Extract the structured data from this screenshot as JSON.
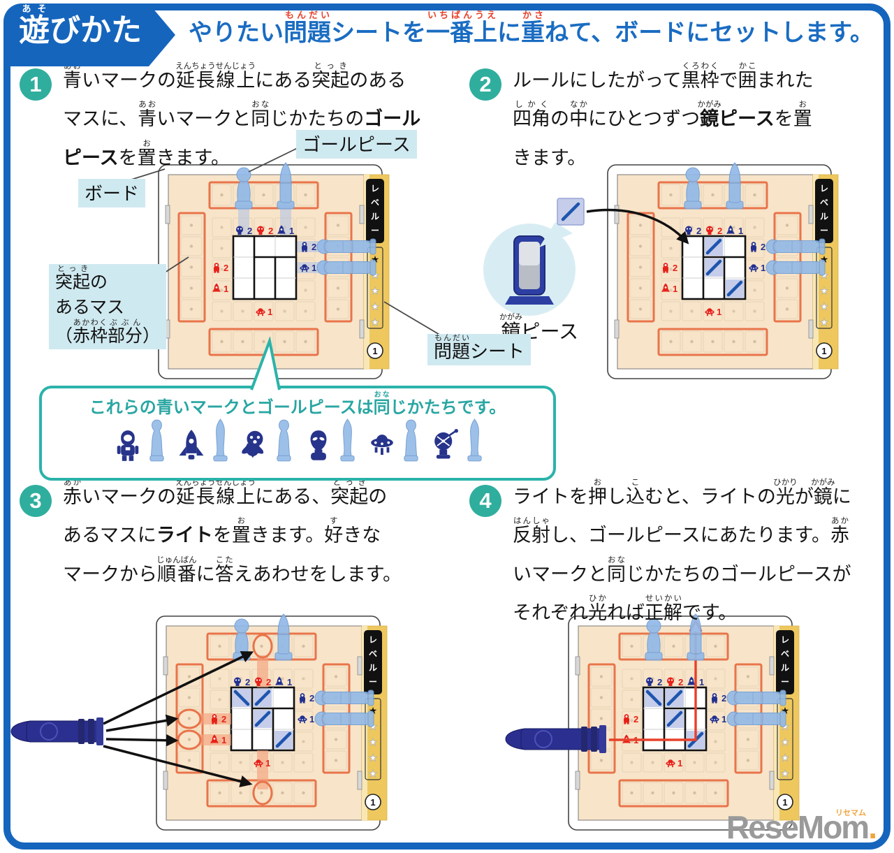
{
  "badge": {
    "text": [
      {
        "t": "遊",
        "r": "あそ"
      },
      {
        "t": "びかた"
      }
    ]
  },
  "headline": [
    {
      "t": "やりたい"
    },
    {
      "t": "問題",
      "r": "もんだい"
    },
    {
      "t": "シートを"
    },
    {
      "t": "一番上",
      "r": "いちばんうえ"
    },
    {
      "t": "に"
    },
    {
      "t": "重",
      "r": "かさ"
    },
    {
      "t": "ねて、ボードにセットします。"
    }
  ],
  "steps": [
    {
      "num": "1",
      "text": [
        {
          "t": "青",
          "r": "あお"
        },
        {
          "t": "いマークの"
        },
        {
          "t": "延長線上",
          "r": "えんちょうせんじょう"
        },
        {
          "t": "にある"
        },
        {
          "t": "突起",
          "r": "とっき"
        },
        {
          "t": "のある"
        },
        {
          "br": true
        },
        {
          "t": "マスに、"
        },
        {
          "t": "青",
          "r": "あお"
        },
        {
          "t": "いマークと"
        },
        {
          "t": "同",
          "r": "おな"
        },
        {
          "t": "じかたちの"
        },
        {
          "t": "ゴール",
          "b": true
        },
        {
          "br": true
        },
        {
          "t": "ピース",
          "b": true
        },
        {
          "t": "を"
        },
        {
          "t": "置",
          "r": "お"
        },
        {
          "t": "きます。"
        }
      ]
    },
    {
      "num": "2",
      "text": [
        {
          "t": "ルールにしたがって"
        },
        {
          "t": "黒枠",
          "r": "くろわく"
        },
        {
          "t": "で"
        },
        {
          "t": "囲",
          "r": "かこ"
        },
        {
          "t": "まれた"
        },
        {
          "br": true
        },
        {
          "t": "四角",
          "r": "しかく"
        },
        {
          "t": "の"
        },
        {
          "t": "中",
          "r": "なか"
        },
        {
          "t": "にひとつずつ"
        },
        {
          "t": "鏡",
          "r": "かがみ",
          "b": true
        },
        {
          "t": "ピース",
          "b": true
        },
        {
          "t": "を"
        },
        {
          "t": "置",
          "r": "お"
        },
        {
          "br": true
        },
        {
          "t": "きます。"
        }
      ]
    },
    {
      "num": "3",
      "text": [
        {
          "t": "赤",
          "r": "あか"
        },
        {
          "t": "いマークの"
        },
        {
          "t": "延長線上",
          "r": "えんちょうせんじょう"
        },
        {
          "t": "にある、"
        },
        {
          "t": "突起",
          "r": "とっき"
        },
        {
          "t": "の"
        },
        {
          "br": true
        },
        {
          "t": "あるマスに"
        },
        {
          "t": "ライト",
          "b": true
        },
        {
          "t": "を"
        },
        {
          "t": "置",
          "r": "お"
        },
        {
          "t": "きます。"
        },
        {
          "t": "好",
          "r": "す"
        },
        {
          "t": "きな"
        },
        {
          "br": true
        },
        {
          "t": "マークから"
        },
        {
          "t": "順番",
          "r": "じゅんばん"
        },
        {
          "t": "に"
        },
        {
          "t": "答",
          "r": "こた"
        },
        {
          "t": "えあわせをします。"
        }
      ]
    },
    {
      "num": "4",
      "text": [
        {
          "t": "ライトを"
        },
        {
          "t": "押",
          "r": "お"
        },
        {
          "t": "し"
        },
        {
          "t": "込",
          "r": "こ"
        },
        {
          "t": "むと、ライトの"
        },
        {
          "t": "光",
          "r": "ひかり"
        },
        {
          "t": "が"
        },
        {
          "t": "鏡",
          "r": "かがみ"
        },
        {
          "t": "に"
        },
        {
          "br": true
        },
        {
          "t": "反射",
          "r": "はんしゃ"
        },
        {
          "t": "し、ゴールピースにあたります。"
        },
        {
          "t": "赤",
          "r": "あか"
        },
        {
          "br": true
        },
        {
          "t": "いマークと"
        },
        {
          "t": "同",
          "r": "おな"
        },
        {
          "t": "じかたちのゴールピースが"
        },
        {
          "br": true
        },
        {
          "t": "それぞれ"
        },
        {
          "t": "光",
          "r": "ひか"
        },
        {
          "t": "れば"
        },
        {
          "t": "正解",
          "r": "せいかい"
        },
        {
          "t": "です。"
        }
      ]
    }
  ],
  "labels": {
    "goal_piece": [
      {
        "t": "ゴールピース"
      }
    ],
    "board": [
      {
        "t": "ボード"
      }
    ],
    "bump1": [
      {
        "t": "突起",
        "r": "とっき"
      },
      {
        "t": "の"
      }
    ],
    "bump2": [
      {
        "t": "あるマス"
      }
    ],
    "bump3": [
      {
        "t": "（"
      },
      {
        "t": "赤枠",
        "r": "あかわく"
      },
      {
        "t": "部分",
        "r": "ぶぶん"
      },
      {
        "t": "）"
      }
    ],
    "problem_sheet": [
      {
        "t": "問題",
        "r": "もんだい"
      },
      {
        "t": "シート"
      }
    ],
    "mirror_piece": [
      {
        "t": "鏡",
        "r": "かがみ"
      },
      {
        "t": "ピース"
      }
    ]
  },
  "pairs_box": {
    "title": [
      {
        "t": "これらの青いマークとゴールピースは"
      },
      {
        "t": "同",
        "r": "おな"
      },
      {
        "t": "じかたちです。"
      }
    ],
    "icons": [
      "astronaut",
      "rocket",
      "octopus",
      "alien",
      "ufo",
      "satellite"
    ]
  },
  "level_panel": {
    "title": "レベル1",
    "stars_total": 5,
    "stars_filled": 1,
    "page_num": "1"
  },
  "board_marks": {
    "top": [
      {
        "kind": "alien",
        "color": "blue",
        "num": "2"
      },
      {
        "kind": "alien",
        "color": "red",
        "num": "2"
      },
      {
        "kind": "rocket",
        "color": "blue",
        "num": "1"
      }
    ],
    "right": [
      {
        "kind": "astronaut",
        "color": "blue",
        "num": "2"
      },
      {
        "kind": "ufo",
        "color": "blue",
        "num": "1"
      }
    ],
    "left": [
      {
        "kind": "astronaut",
        "color": "red",
        "num": "2"
      },
      {
        "kind": "rocket",
        "color": "red",
        "num": "1"
      }
    ],
    "bottom": [
      {
        "kind": "ufo",
        "color": "red",
        "num": "1"
      }
    ]
  },
  "goal_pieces": {
    "top": [
      {
        "kind": "alien",
        "col": 1
      },
      {
        "kind": "rocket",
        "col": 3
      }
    ],
    "right_rows": [
      1,
      2
    ]
  },
  "boards": [
    {
      "name": "step1-board",
      "blue_beams": true,
      "mirrors": [],
      "light_circles": false,
      "red_beam": false
    },
    {
      "name": "step2-board",
      "blue_beams": false,
      "mirrors": [
        [
          1,
          2,
          "s"
        ],
        [
          2,
          2,
          "s"
        ],
        [
          3,
          3,
          "s"
        ]
      ],
      "light_circles": false,
      "red_beam": false
    },
    {
      "name": "step3-board",
      "blue_beams": false,
      "mirrors": [
        [
          1,
          1,
          "b"
        ],
        [
          1,
          2,
          "s"
        ],
        [
          2,
          2,
          "s"
        ],
        [
          3,
          3,
          "s"
        ]
      ],
      "light_circles": true,
      "red_beam": false
    },
    {
      "name": "step4-board",
      "blue_beams": false,
      "mirrors": [
        [
          1,
          1,
          "b"
        ],
        [
          1,
          2,
          "s"
        ],
        [
          2,
          2,
          "s"
        ],
        [
          3,
          3,
          "s"
        ]
      ],
      "light_circles": false,
      "red_beam": true
    }
  ],
  "colors": {
    "frame_blue": "#1565bd",
    "teal": "#2fae9e",
    "box_teal": "#2bb3aa",
    "label_bg": "#cfe9f0",
    "mark_blue": "#23308f",
    "mark_red": "#e62119",
    "board_tan": "#f8e4c9",
    "strip_orange": "#e8744a",
    "yellow": "#eec85e",
    "mirror_cell": "#c5cdea",
    "mirror_line": "#1d55ae",
    "piece_blue": "#92b9e8",
    "beam_blue": "#b3c4e4",
    "beam_orange": "#f2a27e",
    "beam_red": "#e8402a",
    "light_navy": "#2b2f8f"
  },
  "watermark": {
    "text": "ReseMom",
    "ruby": "リセマム",
    "dot": "."
  }
}
